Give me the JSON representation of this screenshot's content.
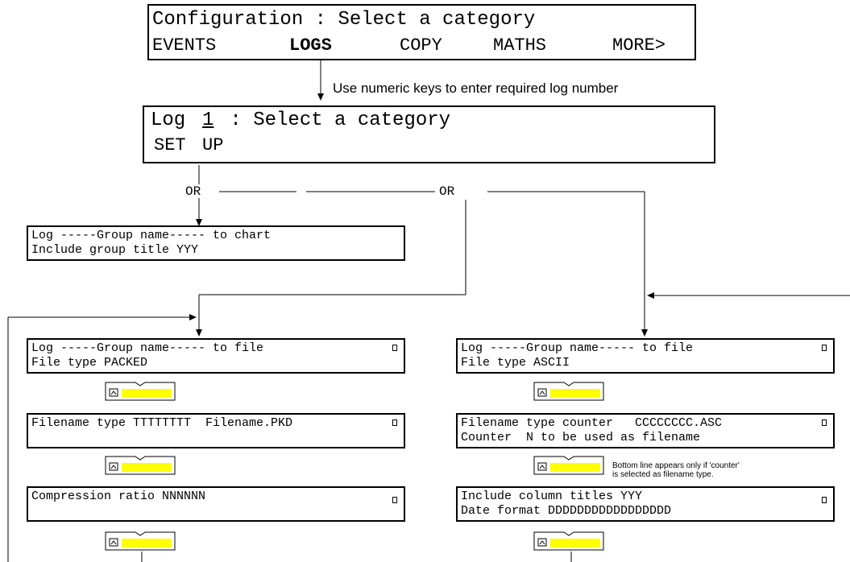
{
  "top_box": {
    "title": "Configuration : Select a category",
    "menu": [
      "EVENTS",
      "LOGS",
      "COPY",
      "MATHS",
      "MORE>"
    ]
  },
  "instruction": "Use numeric keys to enter required log number",
  "log_box": {
    "prefix": "Log ",
    "number": "1",
    "suffix": " : Select a category",
    "option_set": "SET",
    "option_up": "UP"
  },
  "or_label_1": "OR",
  "or_label_2": "OR",
  "chart_box": {
    "line1": "Log -----Group name----- to chart",
    "line2": "Include group title YYY"
  },
  "packed": {
    "box1_line1": "Log -----Group name----- to file",
    "box1_line2": "File type PACKED",
    "box2_line1": "Filename type TTTTTTTT  Filename.PKD",
    "box3_line1": "Compression ratio NNNNNN"
  },
  "ascii": {
    "box1_line1": "Log -----Group name----- to file",
    "box1_line2": "File type ASCII",
    "box2_line1": "Filename type counter   CCCCCCCC.ASC",
    "box2_line2": "Counter  N to be used as filename",
    "note_line1": "Bottom line appears only if 'counter'",
    "note_line2": "is selected as filename type.",
    "box3_line1": "Include column titles YYY",
    "box3_line2": "Date format DDDDDDDDDDDDDDDDD"
  },
  "colors": {
    "key_highlight": "#ffff00",
    "line": "#000000"
  },
  "icons": {
    "scroll_marker": "scroll-marker-icon",
    "key": "edit-key-icon"
  }
}
